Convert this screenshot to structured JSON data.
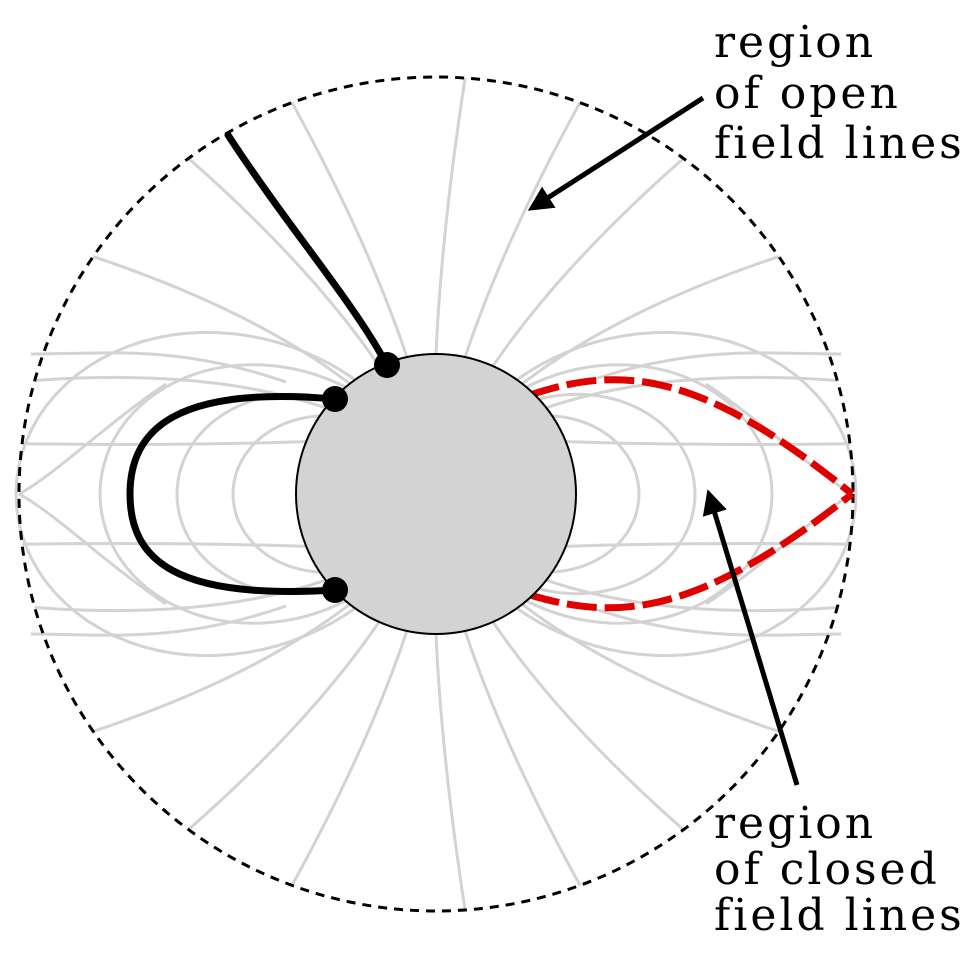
{
  "labels": {
    "open_region": [
      "region",
      "of open",
      "field lines"
    ],
    "closed_region": [
      "region",
      "of closed",
      "field lines"
    ]
  },
  "colors": {
    "background": "#ffffff",
    "field_lines": "#d3d3d3",
    "star_fill": "#d3d3d3",
    "star_outline": "#000000",
    "highlight_open_line": "#000000",
    "highlight_closed_loop": "#000000",
    "last_closed_field_line": "#e00000",
    "boundary": "#000000",
    "arrow": "#000000"
  },
  "icons": {
    "star": "grey-disc",
    "footpoint": "black-dot",
    "boundary": "dashed-circle"
  }
}
